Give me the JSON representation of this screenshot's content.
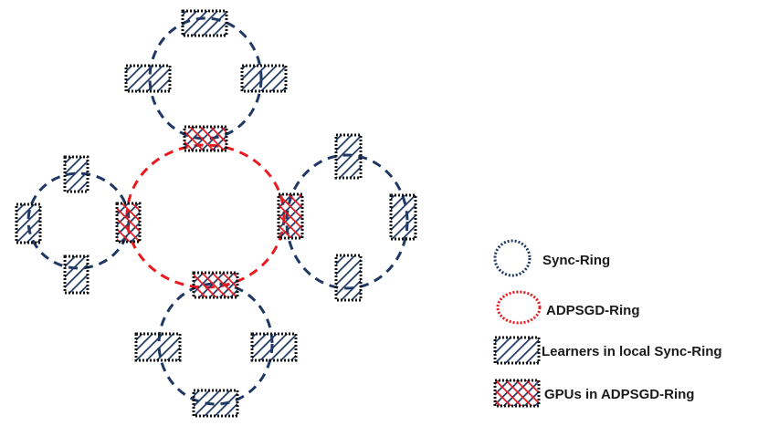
{
  "colors": {
    "sync_ring": "#1f3864",
    "adpsgd_ring": "#e8191f",
    "box_border": "#111111",
    "hatch_blue": "#1f3864",
    "hatch_red": "#e8191f"
  },
  "legend": {
    "sync_ring_label": "Sync-Ring",
    "adpsgd_ring_label": "ADPSGD-Ring",
    "learner_label": "Learners in local Sync-Ring",
    "gpu_label": "GPUs in ADPSGD-Ring"
  },
  "diagram": {
    "sync_ring_count": 4,
    "adpsgd_ring_count": 1,
    "learners_per_sync_ring": 3,
    "gpus_in_adpsgd_ring": 4
  }
}
